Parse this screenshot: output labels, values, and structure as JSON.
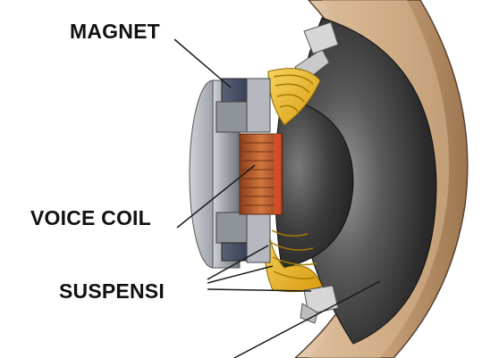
{
  "labels": {
    "magnet": "MAGNET",
    "voice_coil": "VOICE COIL",
    "suspensi": "SUSPENSI"
  },
  "colors": {
    "background": "#ffffff",
    "label_text": "#111111",
    "leader_line": "#1a1a1a",
    "magnet": "#3b4256",
    "steel": "#9ea3aa",
    "voice_coil_copper": "#b5582c",
    "spider_yellow": "#e8b21c",
    "cone": "#3a3a3a",
    "surround": "#c9a27a"
  },
  "icons": [
    "speaker-cutaway-illustration"
  ]
}
